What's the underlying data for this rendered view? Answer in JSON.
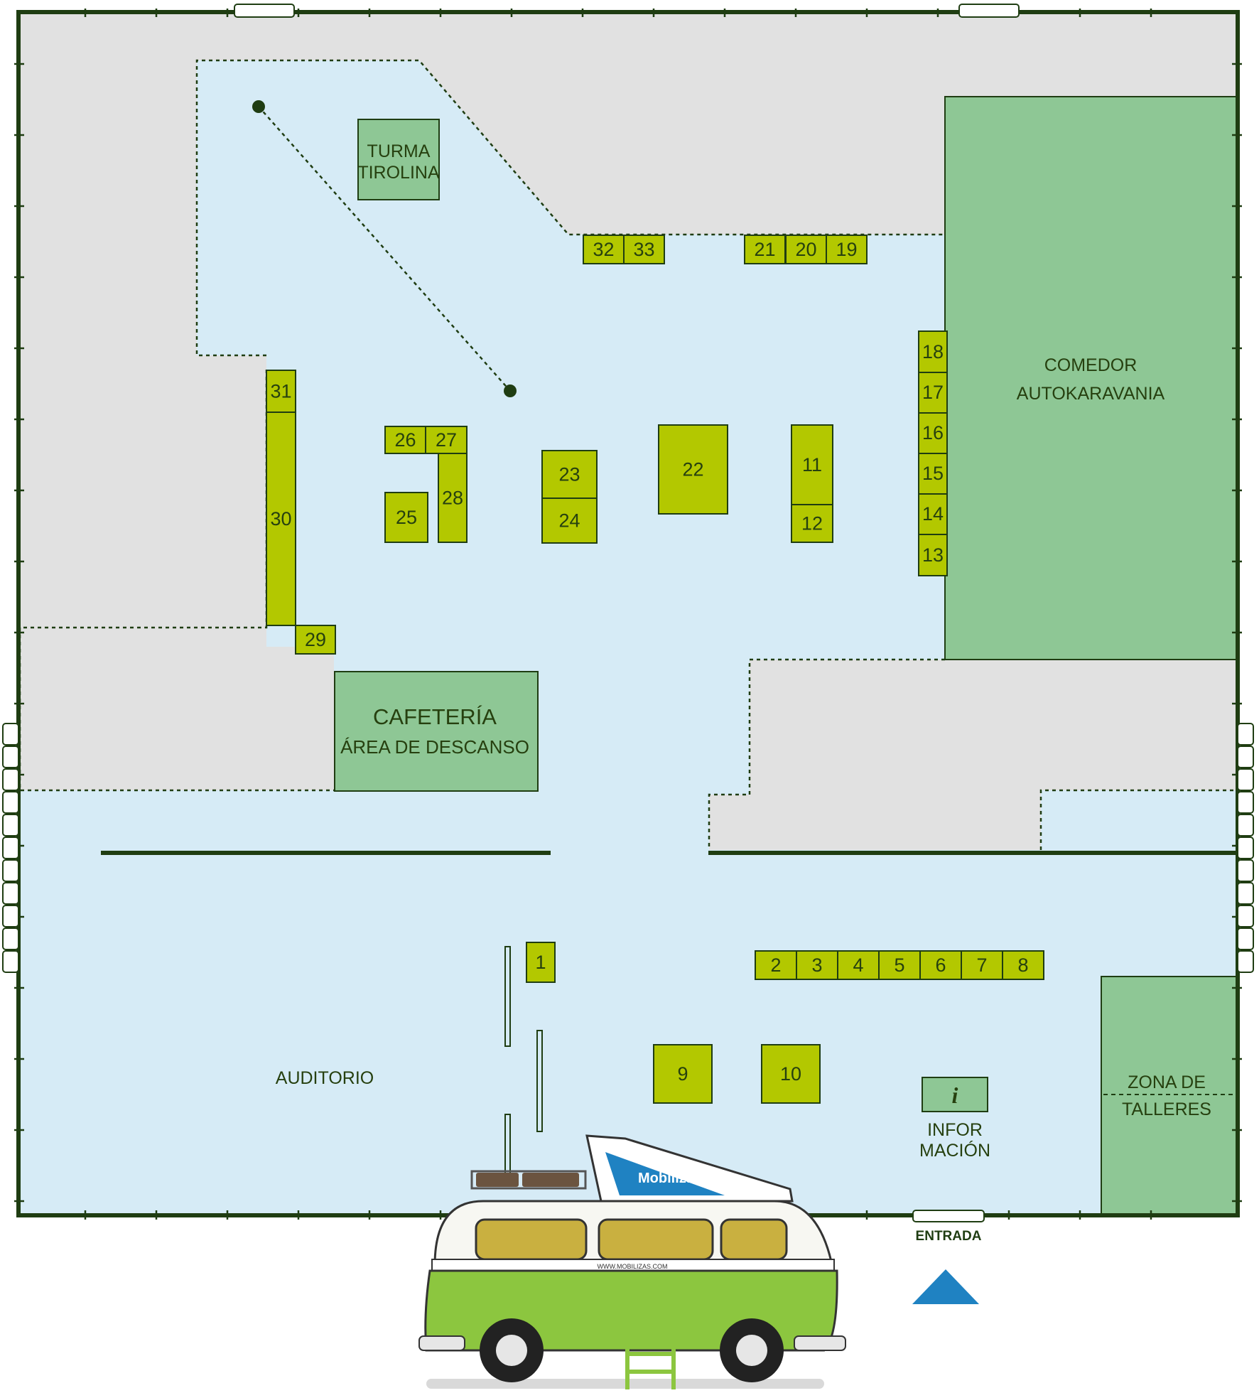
{
  "stands": {
    "s1": "1",
    "s2": "2",
    "s3": "3",
    "s4": "4",
    "s5": "5",
    "s6": "6",
    "s7": "7",
    "s8": "8",
    "s9": "9",
    "s10": "10",
    "s11": "11",
    "s12": "12",
    "s13": "13",
    "s14": "14",
    "s15": "15",
    "s16": "16",
    "s17": "17",
    "s18": "18",
    "s19": "19",
    "s20": "20",
    "s21": "21",
    "s22": "22",
    "s23": "23",
    "s24": "24",
    "s25": "25",
    "s26": "26",
    "s27": "27",
    "s28": "28",
    "s29": "29",
    "s30": "30",
    "s31": "31",
    "s32": "32",
    "s33": "33"
  },
  "zones": {
    "turma_line1": "TURMA",
    "turma_line2": "TIROLINA",
    "comedor_line1": "COMEDOR",
    "comedor_line2": "AUTOKARAVANIA",
    "cafeteria_line1": "CAFETERÍA",
    "cafeteria_line2": "ÁREA DE DESCANSO",
    "auditorio": "AUDITORIO",
    "talleres_line1": "ZONA DE",
    "talleres_line2": "TALLERES",
    "info_icon": "i",
    "info_line1": "INFOR",
    "info_line2": "MACIÓN",
    "entrada": "ENTRADA"
  },
  "van": {
    "brand": "Mobilizas",
    "website": "WWW.MOBILIZAS.COM"
  },
  "colors": {
    "floor": "#d6ebf6",
    "restricted": "#e1e1e1",
    "stand": "#b3c800",
    "zone": "#8ec795",
    "wall": "#1f3d12",
    "entrance_arrow": "#1f82c2"
  },
  "icons": [
    "entrance-arrow-icon",
    "door-icon",
    "info-icon"
  ]
}
